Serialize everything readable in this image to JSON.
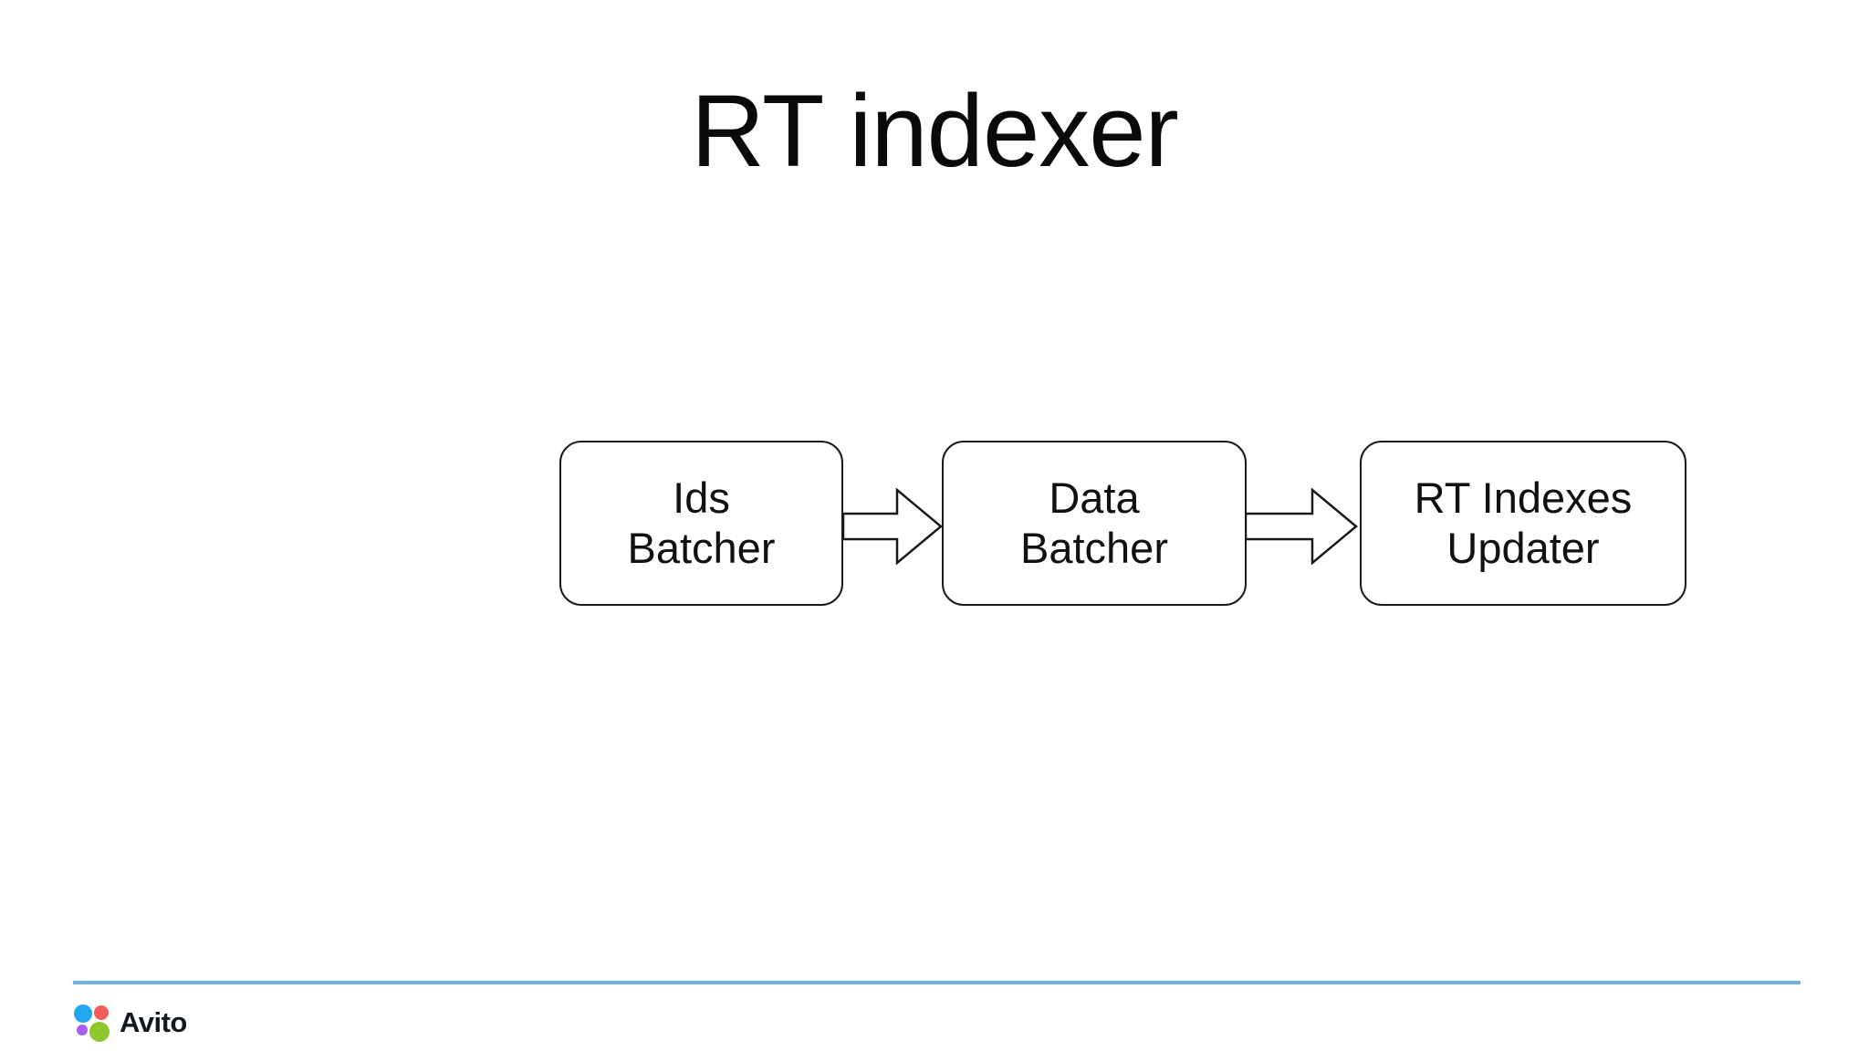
{
  "slide": {
    "title": "RT indexer"
  },
  "diagram": {
    "nodes": [
      {
        "id": "ids-batcher",
        "label": "Ids\nBatcher"
      },
      {
        "id": "data-batcher",
        "label": "Data\nBatcher"
      },
      {
        "id": "rt-indexes-updater",
        "label": "RT Indexes\nUpdater"
      }
    ],
    "edges": [
      {
        "from": "ids-batcher",
        "to": "data-batcher",
        "style": "hollow-block-arrow"
      },
      {
        "from": "data-batcher",
        "to": "rt-indexes-updater",
        "style": "hollow-block-arrow"
      }
    ],
    "node_border_color": "#1a1a1a",
    "node_fill_color": "#ffffff"
  },
  "footer": {
    "brand": "Avito",
    "divider_color": "#70b3dc",
    "logo_dot_colors": {
      "blue": "#23a7f0",
      "red": "#f25c5c",
      "purple": "#a55ff3",
      "green": "#8ec72e"
    }
  }
}
